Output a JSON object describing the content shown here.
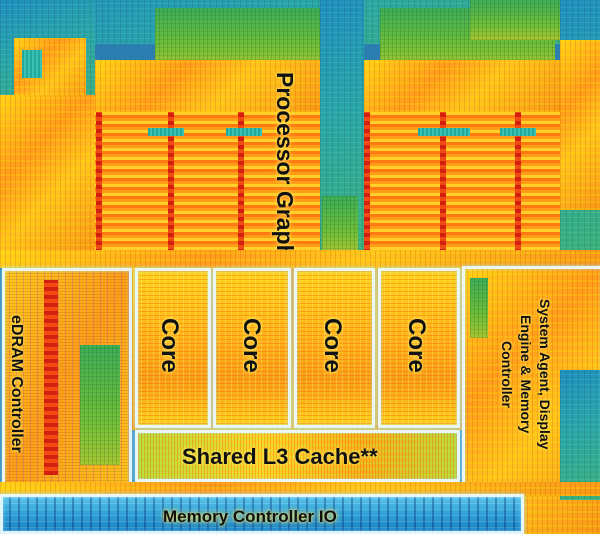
{
  "diagram": {
    "labels": {
      "processor_graphics": "Processor Graphics",
      "edram_controller": "eDRAM Controller",
      "core_1": "Core",
      "core_2": "Core",
      "core_3": "Core",
      "core_4": "Core",
      "system_agent": "System Agent, Display Engine & Memory Controller",
      "shared_l3_cache": "Shared L3 Cache**",
      "memory_controller_io": "Memory Controller IO"
    }
  }
}
